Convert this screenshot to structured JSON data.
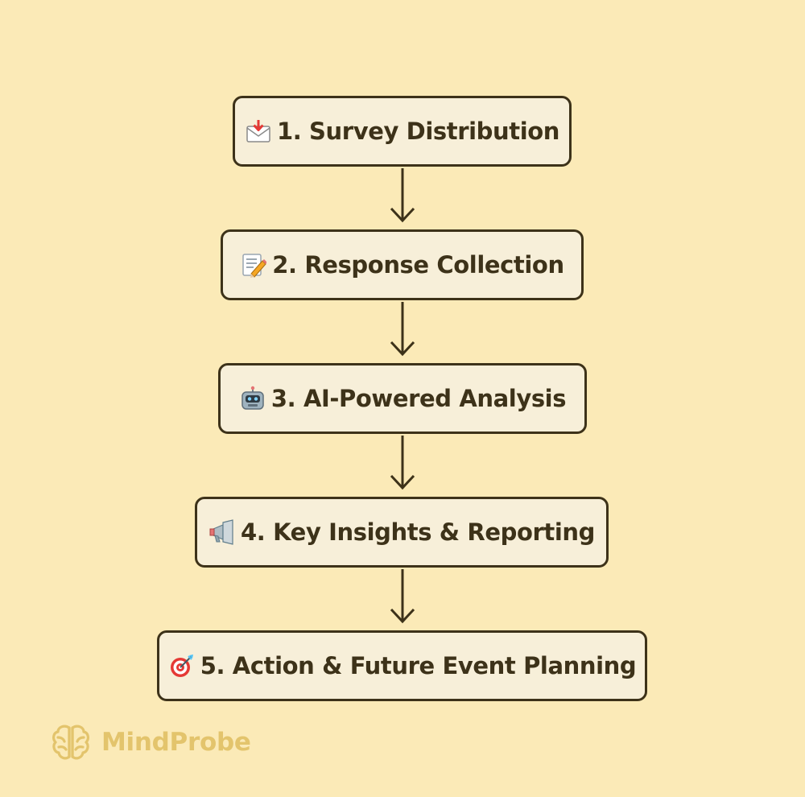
{
  "flow": {
    "steps": [
      {
        "label": "1. Survey Distribution",
        "icon": "envelope-incoming-icon"
      },
      {
        "label": "2. Response Collection",
        "icon": "memo-pencil-icon"
      },
      {
        "label": "3. AI-Powered Analysis",
        "icon": "robot-icon"
      },
      {
        "label": "4. Key Insights & Reporting",
        "icon": "megaphone-icon"
      },
      {
        "label": "5. Action & Future Event Planning",
        "icon": "bullseye-dart-icon"
      }
    ]
  },
  "brand": {
    "name": "MindProbe",
    "icon": "brain-icon"
  },
  "colors": {
    "background": "#fbeab7",
    "box_fill": "#f7efd9",
    "box_border": "#3d3219",
    "text": "#3d3219",
    "brand": "#e3c46c"
  }
}
